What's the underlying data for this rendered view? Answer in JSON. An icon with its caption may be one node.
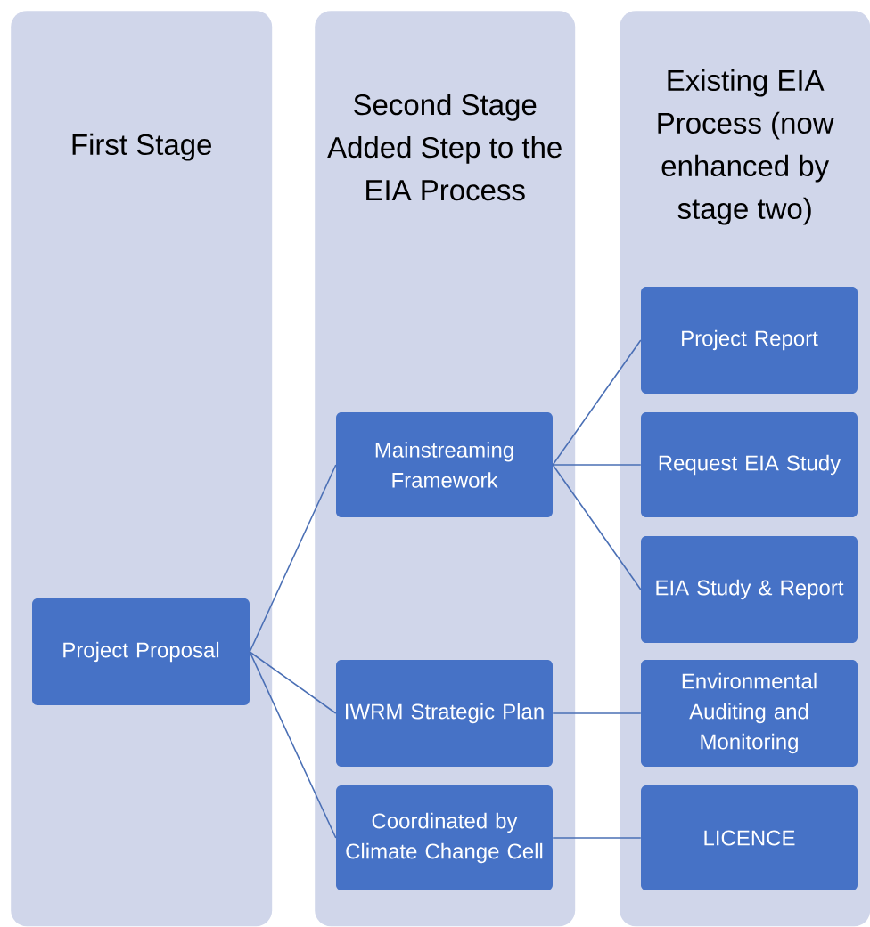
{
  "diagram": {
    "nodes": [
      {
        "text": [
          "First Stage"
        ]
      },
      {
        "text": [
          "Second Stage Added Step to the EIA Process"
        ]
      },
      {
        "text": [
          "Existing EIA Process (now enhanced by stage two)"
        ]
      },
      {
        "text": [
          "Project Proposal"
        ],
        "in": 0
      },
      {
        "text": [
          "Mainstreaming Framework"
        ],
        "in": 1
      },
      {
        "text": [
          "IWRM Strategic Plan"
        ],
        "in": 1
      },
      {
        "text": [
          "Coordinated by Climate Change Cell"
        ],
        "in": 1
      },
      {
        "text": [
          "Project Report"
        ],
        "in": 2
      },
      {
        "text": [
          "Request EIA Study"
        ],
        "in": 2
      },
      {
        "text": [
          "EIA Study & Report"
        ],
        "in": 2
      },
      {
        "text": [
          "Environmental Auditing and Monitoring"
        ],
        "in": 2
      },
      {
        "text": [
          "LICENCE"
        ],
        "in": 2
      }
    ],
    "edges": [
      {
        "from": 3,
        "to": 4,
        "arrow": "none"
      },
      {
        "from": 3,
        "to": 5,
        "arrow": "none"
      },
      {
        "from": 3,
        "to": 6,
        "arrow": "none"
      },
      {
        "from": 4,
        "to": 7,
        "arrow": "none"
      },
      {
        "from": 4,
        "to": 8,
        "arrow": "none"
      },
      {
        "from": 4,
        "to": 9,
        "arrow": "none"
      },
      {
        "from": 5,
        "to": 10,
        "arrow": "none"
      },
      {
        "from": 6,
        "to": 11,
        "arrow": "none"
      }
    ]
  }
}
